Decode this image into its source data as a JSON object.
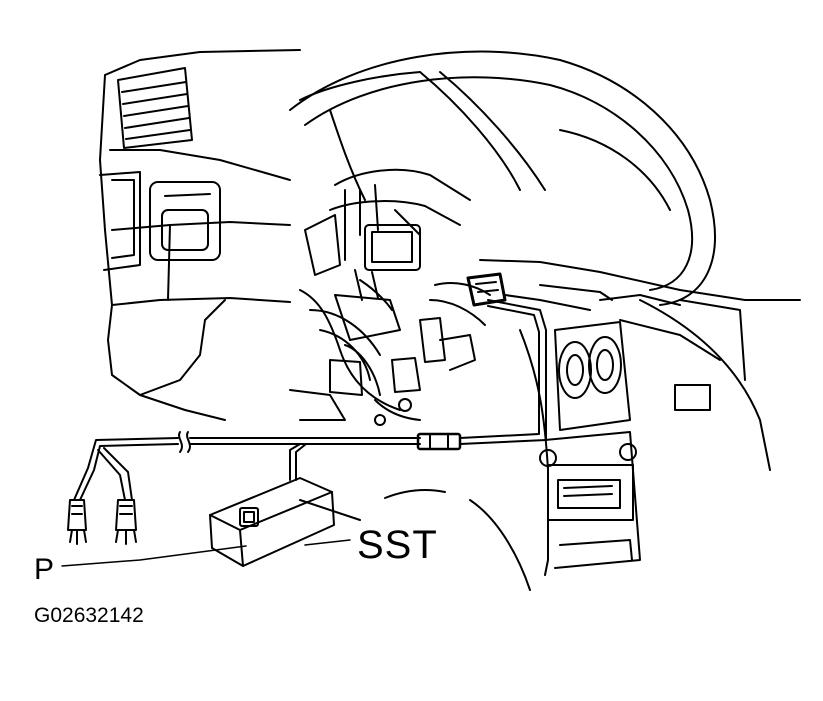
{
  "labels": {
    "tool": "SST",
    "connector": "P",
    "figure_id": "G02632142"
  }
}
